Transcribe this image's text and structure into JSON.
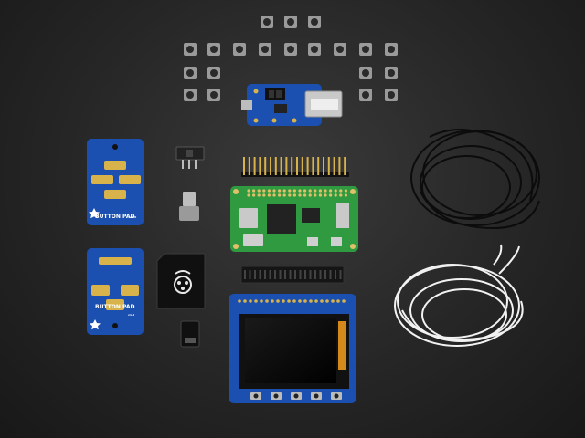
{
  "button_pad_top": {
    "line1": "BUTTON PAD",
    "line2": "v1.0"
  },
  "button_pad_bottom": {
    "line1": "BUTTON PAD",
    "line2": "v1.0"
  },
  "colors": {
    "background": "#262626",
    "pcb_blue": "#1b4fb0",
    "pi_green": "#2f9a3f",
    "gold": "#d8b24a",
    "wire_black": "#111111",
    "wire_white": "#f2f2f2"
  }
}
